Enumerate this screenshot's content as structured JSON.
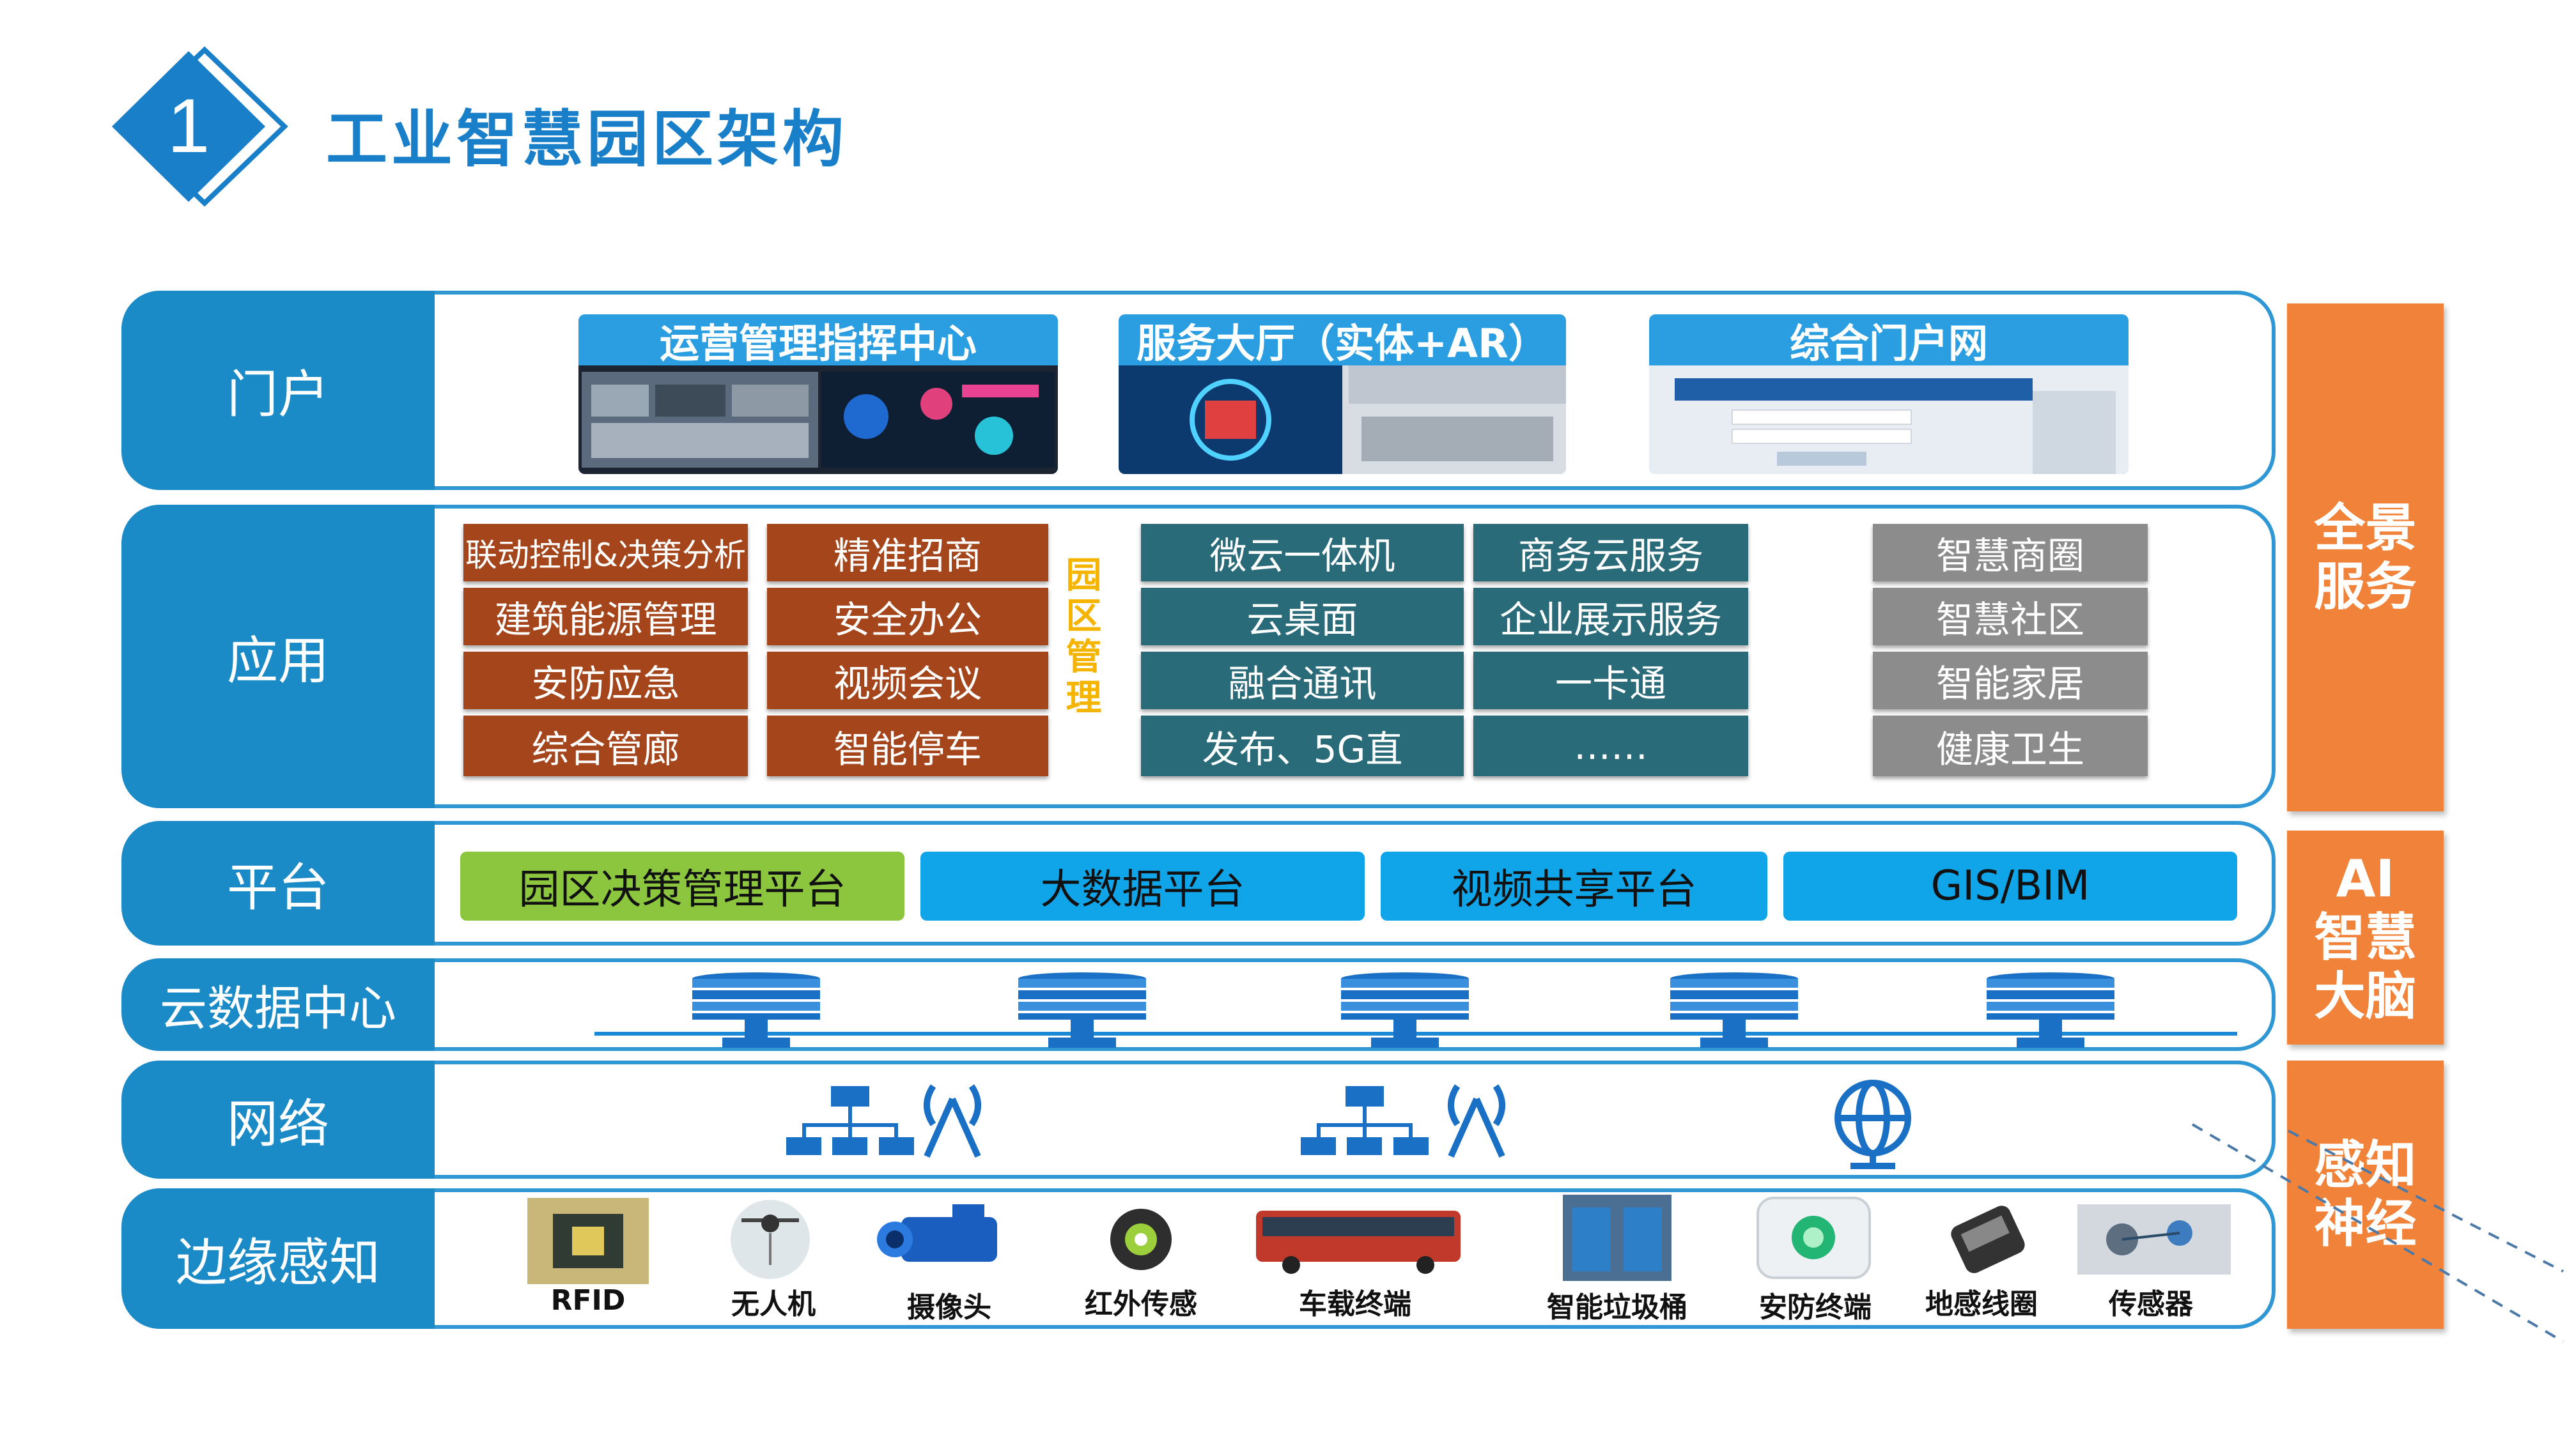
{
  "header": {
    "number": "1",
    "title": "工业智慧园区架构"
  },
  "rows": {
    "portal": "门户",
    "apps": "应用",
    "platform": "平台",
    "cloud": "云数据中心",
    "network": "网络",
    "edge": "边缘感知"
  },
  "portal_cards": [
    {
      "title": "运营管理指挥中心"
    },
    {
      "title": "服务大厅（实体+AR）"
    },
    {
      "title": "综合门户网"
    }
  ],
  "apps": {
    "brown_col1": [
      "联动控制&决策分析",
      "建筑能源管理",
      "安防应急",
      "综合管廊"
    ],
    "brown_col2": [
      "精准招商",
      "安全办公",
      "视频会议",
      "智能停车"
    ],
    "park_mgmt": "园区管理",
    "teal_col1": [
      "微云一体机",
      "云桌面",
      "融合通讯",
      "发布、5G直"
    ],
    "teal_col2": [
      "商务云服务",
      "企业展示服务",
      "一卡通",
      "……"
    ],
    "gray_col": [
      "智慧商圈",
      "智慧社区",
      "智能家居",
      "健康卫生"
    ]
  },
  "platforms": [
    "园区决策管理平台",
    "大数据平台",
    "视频共享平台",
    "GIS/BIM"
  ],
  "side_labels": [
    "全景服务",
    "AI智慧大脑",
    "感知神经"
  ],
  "devices": [
    "RFID",
    "无人机",
    "摄像头",
    "红外传感",
    "车载终端",
    "智能垃圾桶",
    "安防终端",
    "地感线圈",
    "传感器"
  ],
  "colors": {
    "primary": "#1b8bc8",
    "orange": "#f0823a",
    "brown": "#a5451b",
    "teal": "#2a6b79",
    "gray": "#8c8c8c",
    "green": "#8cc63f",
    "cyan": "#10a5e8"
  }
}
